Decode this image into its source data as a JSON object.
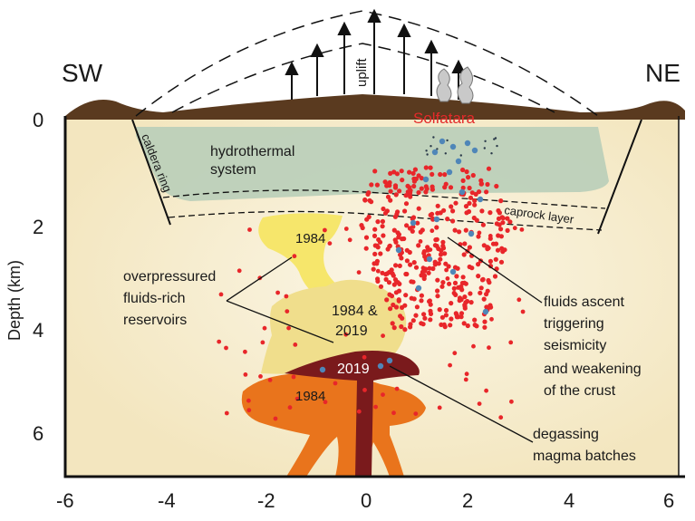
{
  "compass": {
    "left": "SW",
    "right": "NE"
  },
  "x_axis": {
    "ticks": [
      "-6",
      "-4",
      "-2",
      "0",
      "2",
      "4",
      "6"
    ]
  },
  "y_axis": {
    "label": "Depth (km)",
    "ticks": [
      "0",
      "2",
      "4",
      "6"
    ]
  },
  "labels": {
    "uplift": "uplift",
    "solfatara": "Solfatara",
    "caldera_ring": "caldera ring",
    "hydrothermal_1": "hydrothermal",
    "hydrothermal_2": "system",
    "caprock": "caprock layer",
    "reservoir_1984_top": "1984",
    "reservoir_1984_2019_a": "1984 &",
    "reservoir_1984_2019_b": "2019",
    "magma_2019": "2019",
    "magma_1984": "1984",
    "overpressured_1": "overpressured",
    "overpressured_2": "fluids-rich",
    "overpressured_3": "reservoirs",
    "fluids_1": "fluids ascent",
    "fluids_2": "triggering",
    "fluids_3": "seismicity",
    "fluids_4": "and weakening",
    "fluids_5": "of the crust",
    "degassing_1": "degassing",
    "degassing_2": "magma batches"
  },
  "colors": {
    "ground": "#5a3a1f",
    "crust": "#f3e6bf",
    "hydrothermal": "#bcd0b9",
    "reservoir_yellow": "#f6e66b",
    "reservoir_pale": "#f0de8c",
    "magma_orange": "#e9741c",
    "magma_dark": "#7a1a1c",
    "seismic_red": "#e8262a",
    "seismic_blue": "#4f86b8",
    "solfatara_text": "#e32a2a"
  }
}
